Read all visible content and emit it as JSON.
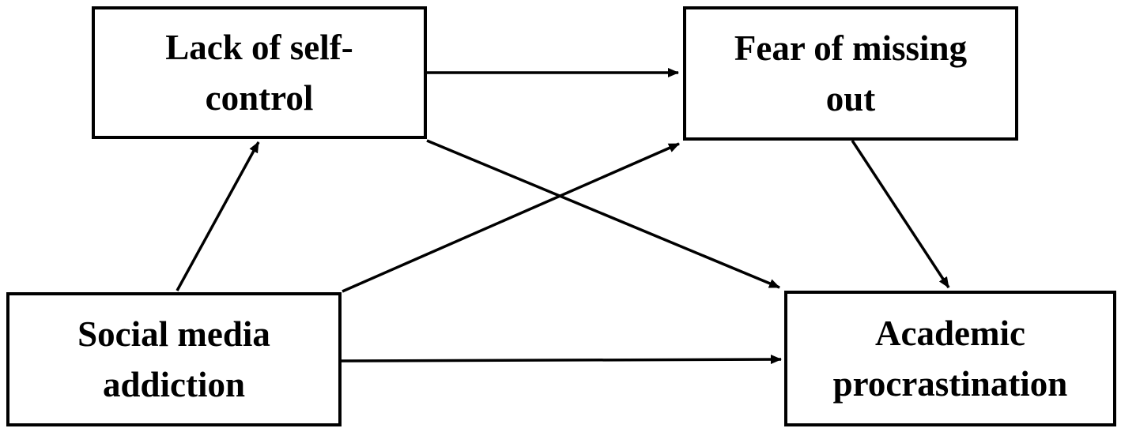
{
  "diagram": {
    "kind": "path-model",
    "colors": {
      "background": "#ffffff",
      "line": "#000000",
      "text": "#000000",
      "node_fill": "#ffffff",
      "node_border": "#000000"
    },
    "nodes": {
      "lack_of_self_control": {
        "label": "Lack of self-control",
        "lines": [
          "Lack of self-",
          "control"
        ]
      },
      "fear_of_missing_out": {
        "label": "Fear of missing out",
        "lines": [
          "Fear of missing",
          "out"
        ]
      },
      "social_media_addiction": {
        "label": "Social media addiction",
        "lines": [
          "Social media",
          "addiction"
        ]
      },
      "academic_procrastination": {
        "label": "Academic procrastination",
        "lines": [
          "Academic",
          "procrastination"
        ]
      }
    },
    "edges": [
      {
        "from": "lack_of_self_control",
        "to": "fear_of_missing_out"
      },
      {
        "from": "social_media_addiction",
        "to": "lack_of_self_control"
      },
      {
        "from": "social_media_addiction",
        "to": "fear_of_missing_out"
      },
      {
        "from": "lack_of_self_control",
        "to": "academic_procrastination"
      },
      {
        "from": "fear_of_missing_out",
        "to": "academic_procrastination"
      },
      {
        "from": "social_media_addiction",
        "to": "academic_procrastination"
      }
    ]
  }
}
